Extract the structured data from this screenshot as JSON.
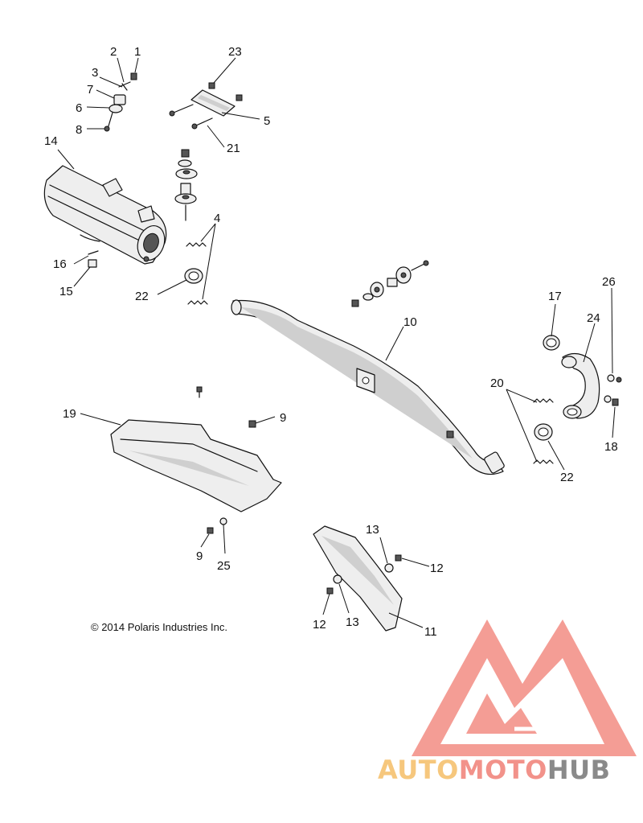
{
  "copyright": "© 2014 Polaris Industries Inc.",
  "watermark": {
    "part1": "AUTO",
    "part2": "MOTO",
    "part3": "HUB",
    "colors": {
      "part1": "#f6c77d",
      "part2": "#f2928a",
      "part3": "#8a8a8a",
      "logo": "#f28c82"
    }
  },
  "callouts": [
    {
      "id": "c1",
      "label": "1"
    },
    {
      "id": "c2",
      "label": "2"
    },
    {
      "id": "c3",
      "label": "3"
    },
    {
      "id": "c7",
      "label": "7"
    },
    {
      "id": "c6",
      "label": "6"
    },
    {
      "id": "c8",
      "label": "8"
    },
    {
      "id": "c23",
      "label": "23"
    },
    {
      "id": "c5",
      "label": "5"
    },
    {
      "id": "c21",
      "label": "21"
    },
    {
      "id": "c14",
      "label": "14"
    },
    {
      "id": "c4",
      "label": "4"
    },
    {
      "id": "c16",
      "label": "16"
    },
    {
      "id": "c15",
      "label": "15"
    },
    {
      "id": "c22a",
      "label": "22"
    },
    {
      "id": "c10",
      "label": "10"
    },
    {
      "id": "c17",
      "label": "17"
    },
    {
      "id": "c26",
      "label": "26"
    },
    {
      "id": "c24",
      "label": "24"
    },
    {
      "id": "c20",
      "label": "20"
    },
    {
      "id": "c18",
      "label": "18"
    },
    {
      "id": "c22b",
      "label": "22"
    },
    {
      "id": "c19",
      "label": "19"
    },
    {
      "id": "c9a",
      "label": "9"
    },
    {
      "id": "c9b",
      "label": "9"
    },
    {
      "id": "c25",
      "label": "25"
    },
    {
      "id": "c13a",
      "label": "13"
    },
    {
      "id": "c12a",
      "label": "12"
    },
    {
      "id": "c12b",
      "label": "12"
    },
    {
      "id": "c13b",
      "label": "13"
    },
    {
      "id": "c11",
      "label": "11"
    }
  ]
}
